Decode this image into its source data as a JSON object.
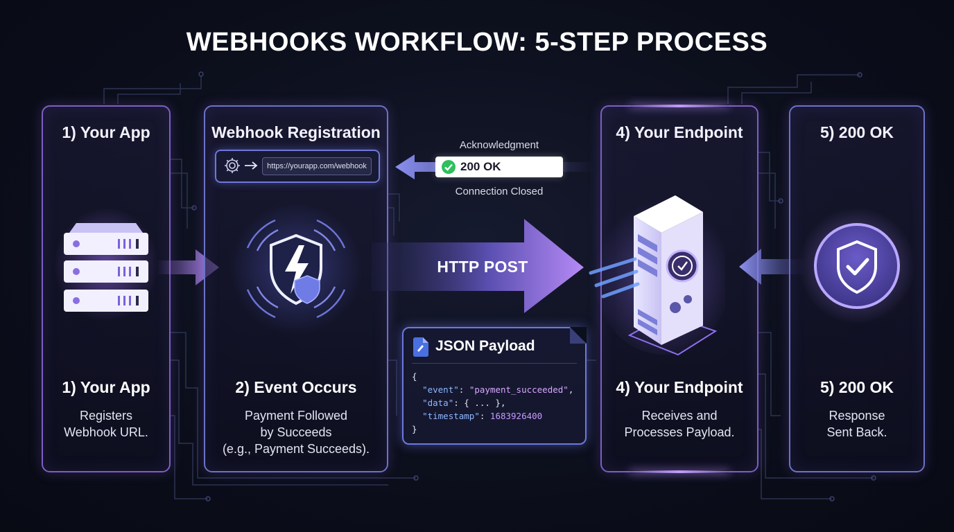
{
  "title": "WEBHOOKS WORKFLOW: 5-STEP PROCESS",
  "panels": {
    "app": {
      "head": "1) Your App",
      "foot_title": "1) Your App",
      "desc": [
        "Registers",
        "Webhook URL."
      ]
    },
    "registration": {
      "head": "Webhook Registration",
      "url": "https://yourapp.com/webhook",
      "foot_title": "2) Event Occurs",
      "desc": [
        "Payment Followed",
        "by Succeeds",
        "(e.g., Payment Succeeds)."
      ]
    },
    "endpoint": {
      "head": "4) Your Endpoint",
      "foot_title": "4) Your Endpoint",
      "desc": [
        "Receives and",
        "Processes Payload."
      ]
    },
    "ok": {
      "head": "5) 200 OK",
      "foot_title": "5) 200 OK",
      "desc": [
        "Response",
        "Sent Back."
      ]
    }
  },
  "acknowledgment": {
    "label": "Acknowledgment",
    "status": "200 OK",
    "closed": "Connection Closed"
  },
  "http": {
    "label": "HTTP POST"
  },
  "json_payload": {
    "title": "JSON Payload",
    "open_brace": "{",
    "event_key": "\"event\"",
    "event_value": "\"payment_succeeded\"",
    "data_key": "\"data\"",
    "data_value": "{ ... }",
    "timestamp_key": "\"timestamp\"",
    "timestamp_value": "1683926400",
    "close_brace": "}"
  },
  "icons": {
    "server": "server-stack-icon",
    "event": "lightning-shield-icon",
    "endpoint": "server-tower-icon",
    "ok": "shield-check-icon",
    "settings": "gear-icon",
    "check": "check-circle-icon",
    "file": "document-icon"
  },
  "colors": {
    "accent_purple": "#9a6cf0",
    "accent_blue": "#6e78de",
    "ok_green": "#2fbf5c",
    "background": "#0c0f1c"
  }
}
